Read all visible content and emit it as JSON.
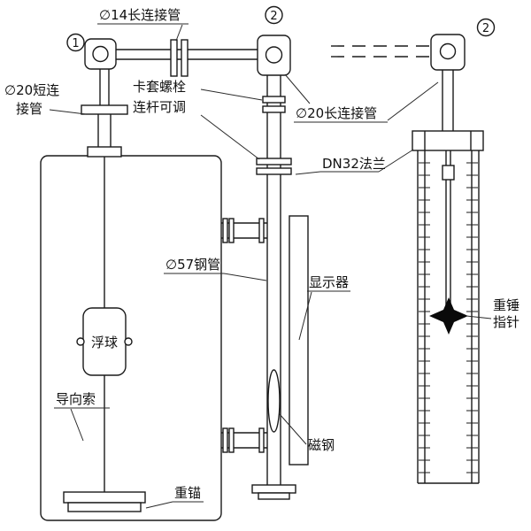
{
  "labels": {
    "pipe14": "∅14长连接管",
    "pipe20s1": "∅20短连",
    "pipe20s2": "接管",
    "ferrule1": "卡套螺栓",
    "ferrule2": "连杆可调",
    "pipe20l": "∅20长连接管",
    "dn32": "DN32法兰",
    "pipe57": "∅57钢管",
    "display": "显示器",
    "magnet": "磁钢",
    "weight1": "重锤",
    "weight2": "指针",
    "float": "浮球",
    "guide": "导向索",
    "anchor": "重锚"
  },
  "markers": {
    "m1": "1",
    "m2a": "2",
    "m2b": "2"
  },
  "colors": {
    "line": "#1a1a1a",
    "background": "#ffffff",
    "pointer_fill": "#000000"
  }
}
